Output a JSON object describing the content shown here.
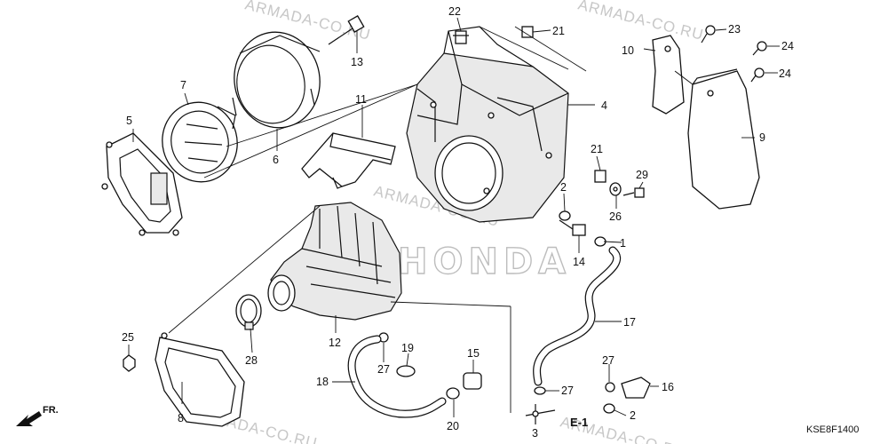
{
  "diagram": {
    "watermark_text": "ARMADA-CO.RU",
    "brand_text": "HONDA",
    "section_label": "E-1",
    "front_label": "FR.",
    "diagram_code": "KSE8F1400",
    "callouts": {
      "c1": "1",
      "c2a": "2",
      "c2b": "2",
      "c3": "3",
      "c4": "4",
      "c5": "5",
      "c6": "6",
      "c7": "7",
      "c8": "8",
      "c9": "9",
      "c10": "10",
      "c11": "11",
      "c12": "12",
      "c13": "13",
      "c14": "14",
      "c15": "15",
      "c16": "16",
      "c17": "17",
      "c18": "18",
      "c19": "19",
      "c20": "20",
      "c21a": "21",
      "c21b": "21",
      "c22": "22",
      "c23": "23",
      "c24a": "24",
      "c24b": "24",
      "c25": "25",
      "c26": "26",
      "c27a": "27",
      "c27b": "27",
      "c27c": "27",
      "c28": "28",
      "c29": "29"
    }
  }
}
